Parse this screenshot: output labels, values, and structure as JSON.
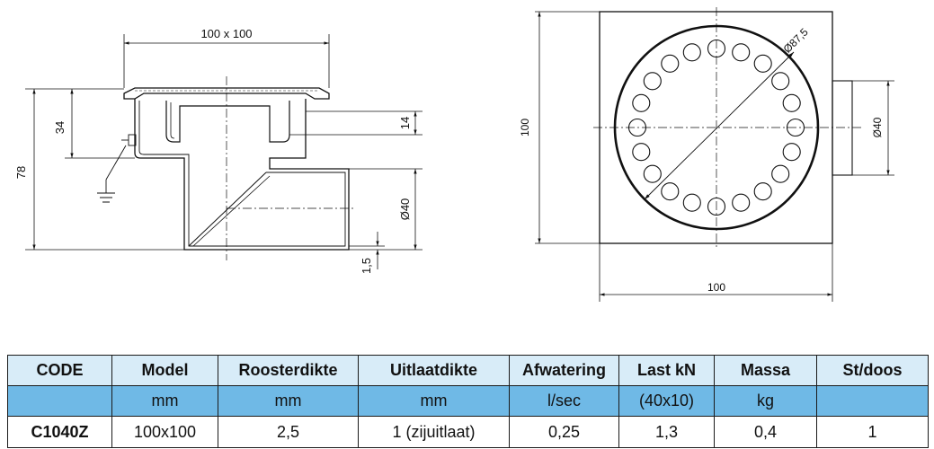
{
  "drawing": {
    "side_view": {
      "top_width": "100 x 100",
      "height_left": "78",
      "height_34": "34",
      "dim_14": "14",
      "dim_40": "Ø40",
      "dim_1_5": "1,5"
    },
    "top_view": {
      "height": "100",
      "width": "100",
      "circle_diameter": "Ø87,5",
      "outlet_diameter": "Ø40"
    }
  },
  "table": {
    "headers": [
      "CODE",
      "Model",
      "Roosterdikte",
      "Uitlaatdikte",
      "Afwatering",
      "Last kN",
      "Massa",
      "St/doos"
    ],
    "units": [
      "",
      "mm",
      "mm",
      "mm",
      "l/sec",
      "(40x10)",
      "kg",
      ""
    ],
    "rows": [
      [
        "C1040Z",
        "100x100",
        "2,5",
        "1 (zijuitlaat)",
        "0,25",
        "1,3",
        "0,4",
        "1"
      ]
    ]
  }
}
